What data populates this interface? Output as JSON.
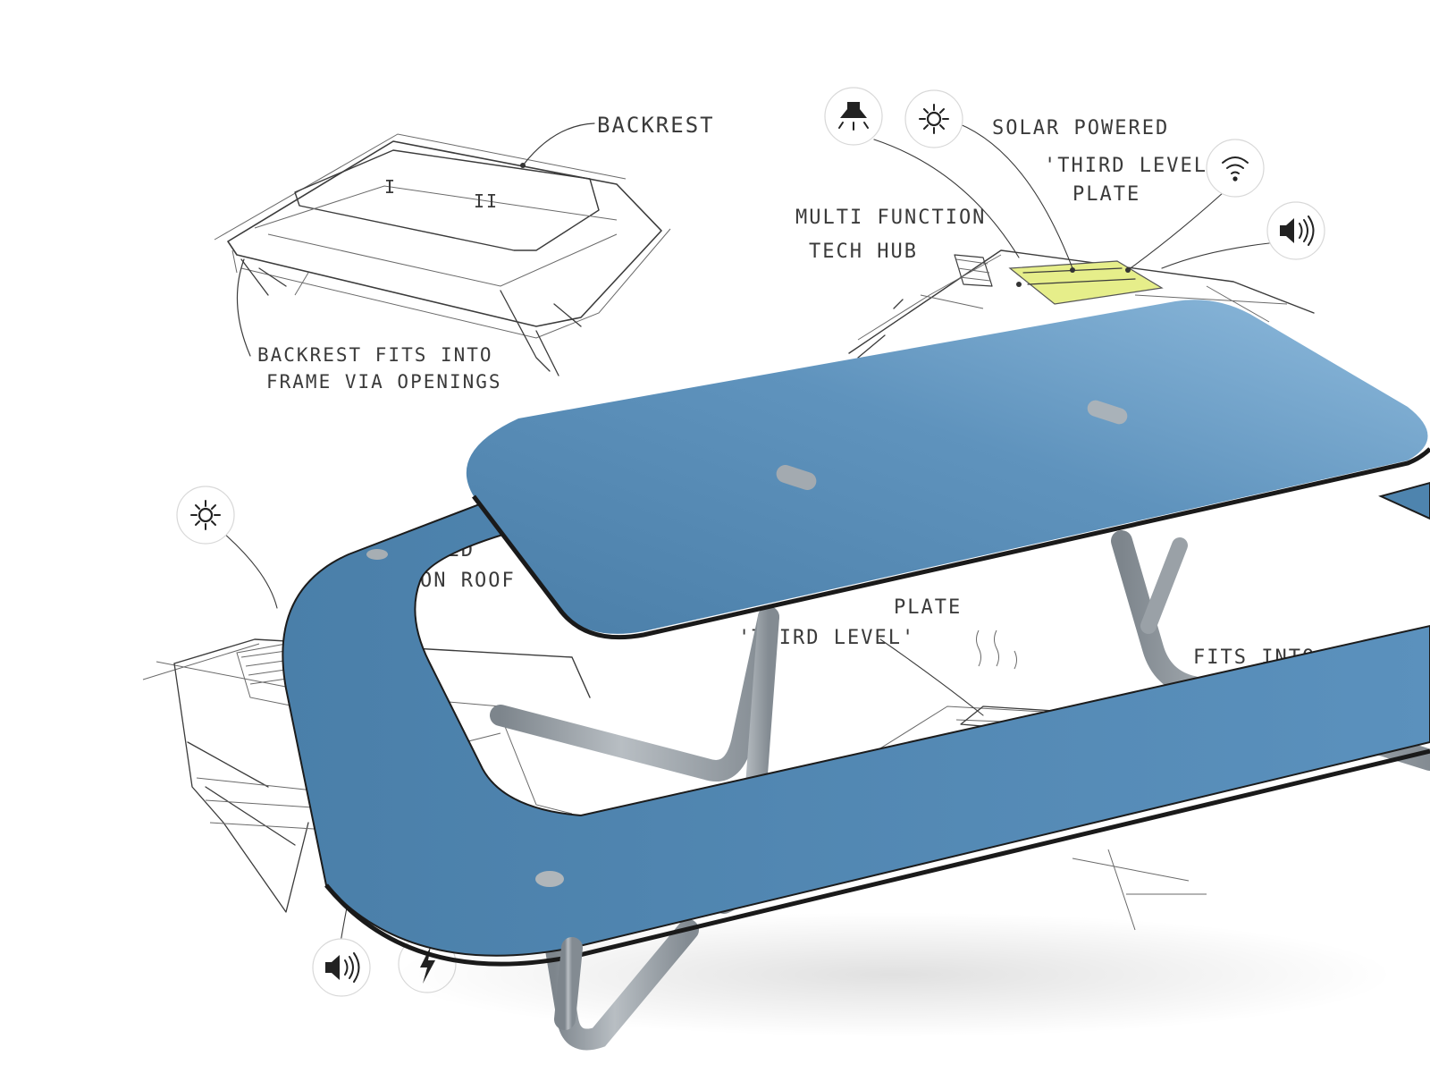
{
  "annotations": {
    "backrest": "BACKREST",
    "backrest_fits_line1": "BACKREST FITS INTO",
    "backrest_fits_line2": "FRAME VIA OPENINGS",
    "solar_powered": "SOLAR POWERED",
    "third_level_line1": "'THIRD LEVEL'",
    "third_level_line2": "PLATE",
    "multi_function_line1": "MULTI FUNCTION",
    "multi_function_line2": "TECH HUB",
    "left_partial_line1": "ERED",
    "left_partial_line2": "ON ROOF",
    "center_partial_line1": "PLATE",
    "center_partial_line2": "'THIRD LEVEL'",
    "right_partial": "FITS INTO"
  },
  "icons": {
    "lamp": "lamp-icon",
    "sun": "sun-icon",
    "wifi": "wifi-icon",
    "speaker": "speaker-icon",
    "lightning": "lightning-icon"
  },
  "colors": {
    "table_blue_dark": "#4a7ea8",
    "table_blue_light": "#8fbbdd",
    "frame_grey": "#8e959b",
    "highlight_yellow": "#e6ee8a",
    "sketch_ink": "#3b3b3b"
  }
}
